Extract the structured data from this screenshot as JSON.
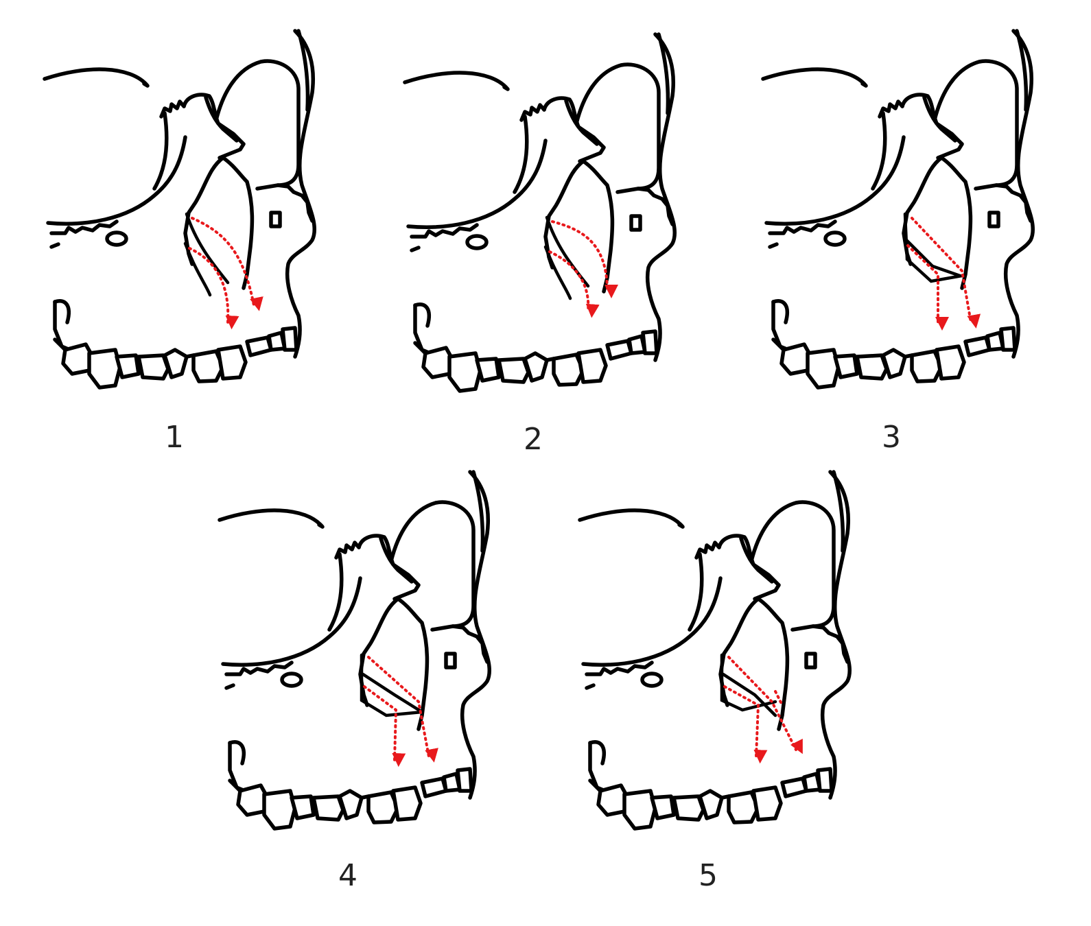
{
  "figure": {
    "panels": [
      {
        "id": 1,
        "label": "1",
        "variant": "double-osteotomy"
      },
      {
        "id": 2,
        "label": "2",
        "variant": "double-osteotomy"
      },
      {
        "id": 3,
        "label": "3",
        "variant": "block"
      },
      {
        "id": 4,
        "label": "4",
        "variant": "block-wide"
      },
      {
        "id": 5,
        "label": "5",
        "variant": "block-crossing"
      }
    ],
    "colors": {
      "line": "#000000",
      "arrow": "#e8191c",
      "background": "#ffffff"
    },
    "icons": {
      "arrow": "red-dotted-arrow"
    }
  }
}
